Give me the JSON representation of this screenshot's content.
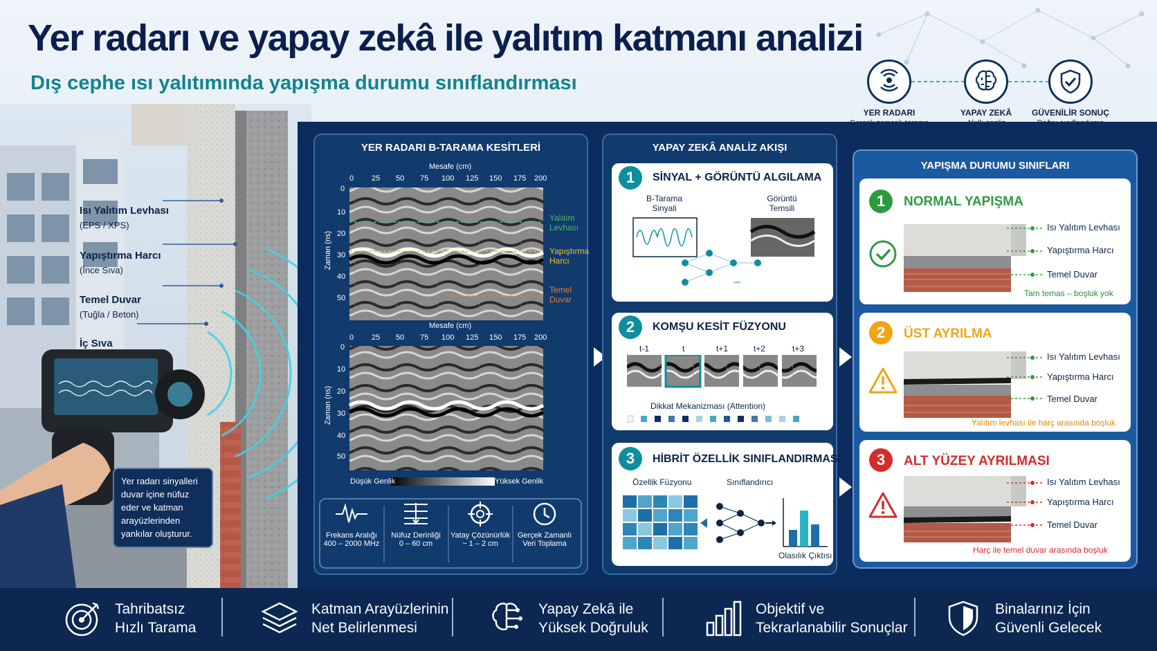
{
  "header": {
    "title": "Yer radarı ve yapay zekâ ile yalıtım katmanı analizi",
    "subtitle": "Dış cephe ısı yalıtımında yapışma durumu sınıflandırması",
    "features": [
      {
        "label": "YER RADARI",
        "sub": "Gerçek zamanlı tarama",
        "icon": "radar-icon"
      },
      {
        "label": "YAPAY ZEKÂ",
        "sub": "Akıllı analiz",
        "icon": "brain-icon"
      },
      {
        "label": "GÜVENİLİR SONUÇ",
        "sub": "Doğru sınıflandırma",
        "icon": "shield-check-icon"
      }
    ]
  },
  "wall": {
    "layers": [
      {
        "label": "Isı Yalıtım Levhası",
        "sub": "(EPS / XPS)"
      },
      {
        "label": "Yapıştırma Harcı",
        "sub": "(İnce Sıva)"
      },
      {
        "label": "Temel Duvar",
        "sub": "(Tuğla / Beton)"
      },
      {
        "label": "İç Sıva",
        "sub": ""
      }
    ],
    "tooltip": "Yer radarı sinyalleri duvar içine nüfuz eder ve katman arayüzlerinden yankılar oluşturur."
  },
  "bscan": {
    "title": "YER RADARI B-TARAMA KESİTLERİ",
    "x_label": "Mesafe (cm)",
    "y_label": "Zaman (ns)",
    "x_ticks": [
      "0",
      "25",
      "50",
      "75",
      "100",
      "125",
      "150",
      "175",
      "200"
    ],
    "y_ticks": [
      "0",
      "10",
      "20",
      "30",
      "40",
      "50"
    ],
    "annotations": [
      {
        "text": "Yalıtım Levhası",
        "color": "#3fc46a"
      },
      {
        "text": "Yapıştırma Harcı",
        "color": "#f2c230"
      },
      {
        "text": "Temel Duvar",
        "color": "#f07a2a"
      }
    ],
    "legend_low": "Düşük Genlik",
    "legend_high": "Yüksek Genlik",
    "specs": [
      {
        "icon": "waveform-icon",
        "line1": "Frekans Aralığı",
        "line2": "400 – 2000 MHz"
      },
      {
        "icon": "depth-icon",
        "line1": "Nüfuz Derinliği",
        "line2": "0 – 60 cm"
      },
      {
        "icon": "crosshair-icon",
        "line1": "Yatay Çözünürlük",
        "line2": "~ 1 – 2 cm"
      },
      {
        "icon": "clock-icon",
        "line1": "Gerçek Zamanlı",
        "line2": "Veri Toplama"
      }
    ]
  },
  "ai": {
    "title": "YAPAY ZEKÂ ANALİZ AKIŞI",
    "steps": [
      {
        "num": "1",
        "title": "SİNYAL + GÖRÜNTÜ ALGILAMA",
        "left": "B-Tarama Sinyali",
        "right": "Görüntü Temsili"
      },
      {
        "num": "2",
        "title": "KOMŞU KESİT FÜZYONU",
        "frames": [
          "t-1",
          "t",
          "t+1",
          "t+2",
          "t+3"
        ],
        "attention": "Dikkat Mekanizması (Attention)"
      },
      {
        "num": "3",
        "title": "HİBRİT ÖZELLİK SINIFLANDIRMASI",
        "fusion": "Özellik Füzyonu",
        "classifier": "Sınıflandırıcı",
        "output": "Olasılık Çıktısı"
      }
    ]
  },
  "classes": {
    "title": "YAPIŞMA DURUMU SINIFLARI",
    "items": [
      {
        "num": "1",
        "title": "NORMAL YAPIŞMA",
        "color": "#2e9a3e",
        "layers": [
          "Isı Yalıtım Levhası",
          "Yapıştırma Harcı",
          "Temel Duvar"
        ],
        "note": "Tam temas – boşluk yok",
        "note_color": "#2e8a3a",
        "icon": "check-circle-icon"
      },
      {
        "num": "2",
        "title": "ÜST AYRILMA",
        "color": "#f0a517",
        "layers": [
          "Isı Yalıtım Levhası",
          "Yapıştırma Harcı",
          "Temel Duvar"
        ],
        "note": "Yalıtım levhası ile harç arasında boşluk",
        "note_color": "#e08a00",
        "icon": "warning-icon"
      },
      {
        "num": "3",
        "title": "ALT YÜZEY AYRILMASI",
        "color": "#d62b2b",
        "layers": [
          "Isı Yalıtım Levhası",
          "Yapıştırma Harcı",
          "Temel Duvar"
        ],
        "note": "Harç ile temel duvar arasında boşluk",
        "note_color": "#d62b2b",
        "icon": "warning-icon"
      }
    ]
  },
  "footer": [
    {
      "icon": "target-icon",
      "line1": "Tahribatsız",
      "line2": "Hızlı Tarama"
    },
    {
      "icon": "layers-icon",
      "line1": "Katman Arayüzlerinin",
      "line2": "Net Belirlenmesi"
    },
    {
      "icon": "brain-icon",
      "line1": "Yapay Zekâ ile",
      "line2": "Yüksek Doğruluk"
    },
    {
      "icon": "bar-chart-icon",
      "line1": "Objektif ve",
      "line2": "Tekrarlanabilir Sonuçlar"
    },
    {
      "icon": "shield-check-icon",
      "line1": "Binalarınız İçin",
      "line2": "Güvenli Gelecek"
    }
  ]
}
